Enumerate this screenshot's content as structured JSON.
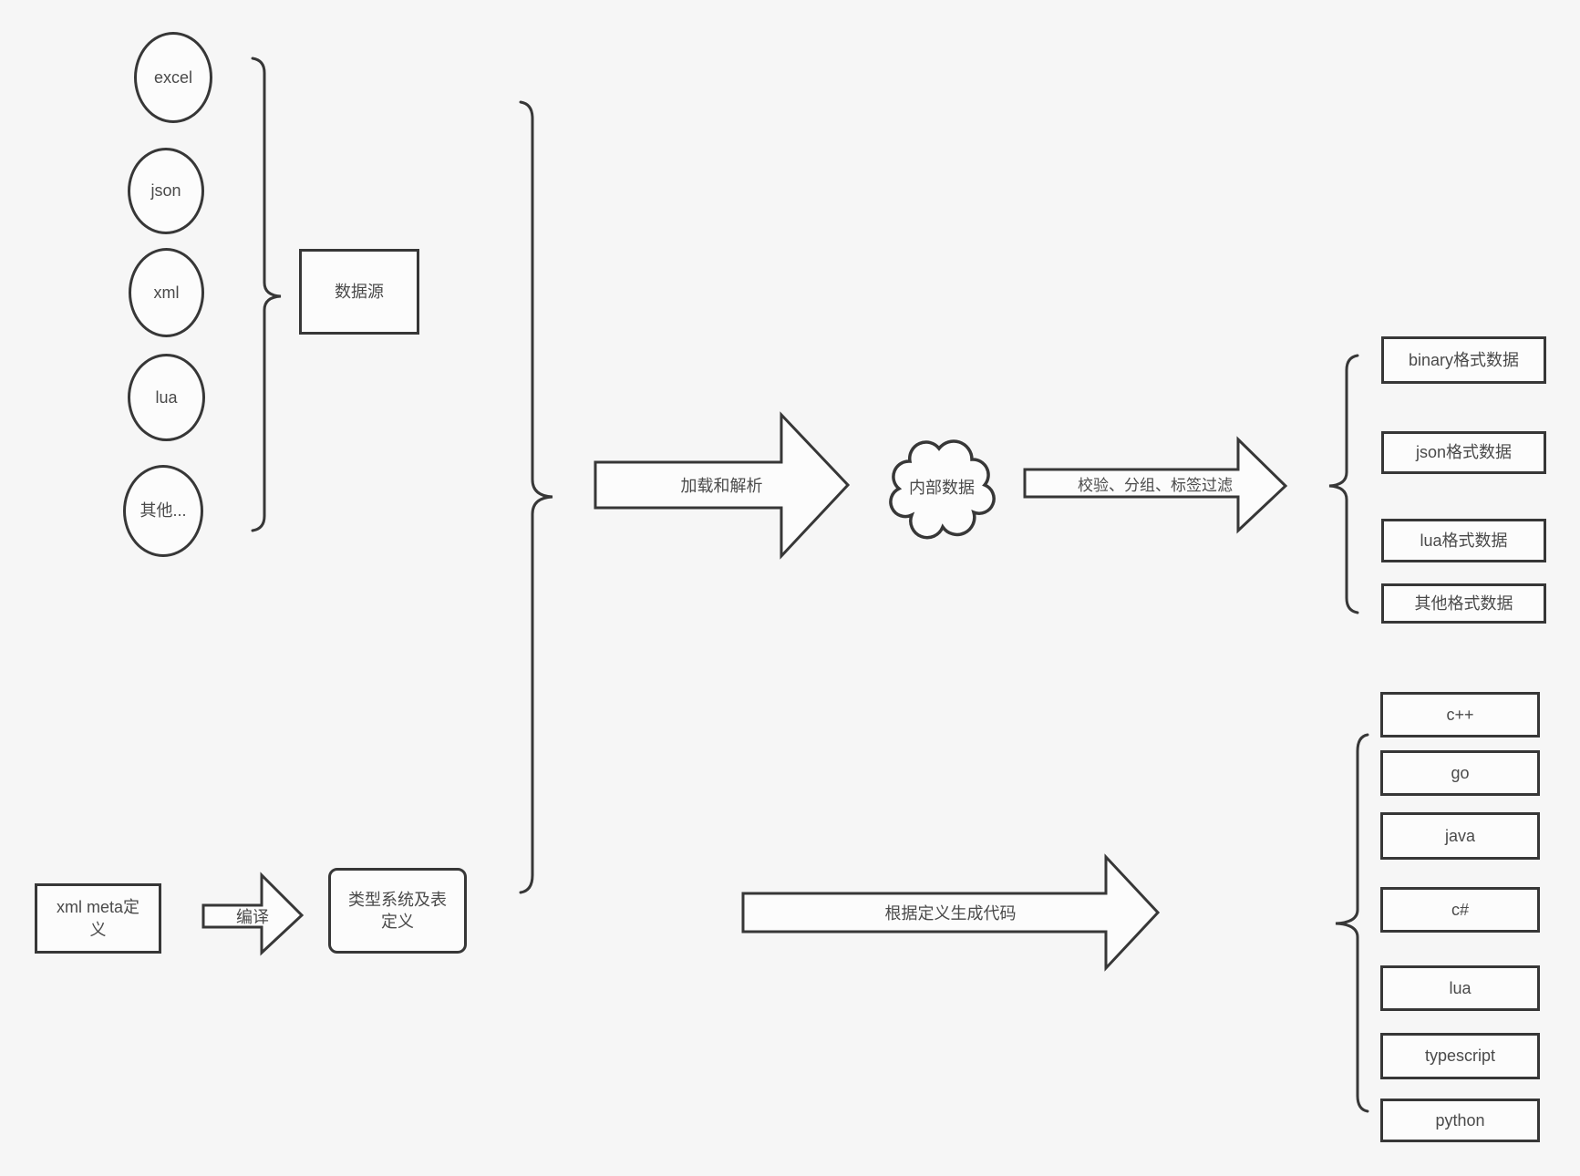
{
  "colors": {
    "background": "#f6f6f6",
    "stroke": "#373737",
    "shape_fill": "#fcfcfc",
    "text": "#4a4a4a"
  },
  "sources": {
    "labels": [
      "excel",
      "json",
      "xml",
      "lua",
      "其他..."
    ],
    "group_label": "数据源"
  },
  "nodes": {
    "internal_data": "内部数据",
    "xml_meta": "xml meta定义",
    "type_system": "类型系统及表定义"
  },
  "arrows": {
    "load": "加载和解析",
    "filter": "校验、分组、标签过滤",
    "compile": "编译",
    "codegen": "根据定义生成代码"
  },
  "formats": [
    "binary格式数据",
    "json格式数据",
    "lua格式数据",
    "其他格式数据"
  ],
  "languages": [
    "c++",
    "go",
    "java",
    "c#",
    "lua",
    "typescript",
    "python"
  ]
}
